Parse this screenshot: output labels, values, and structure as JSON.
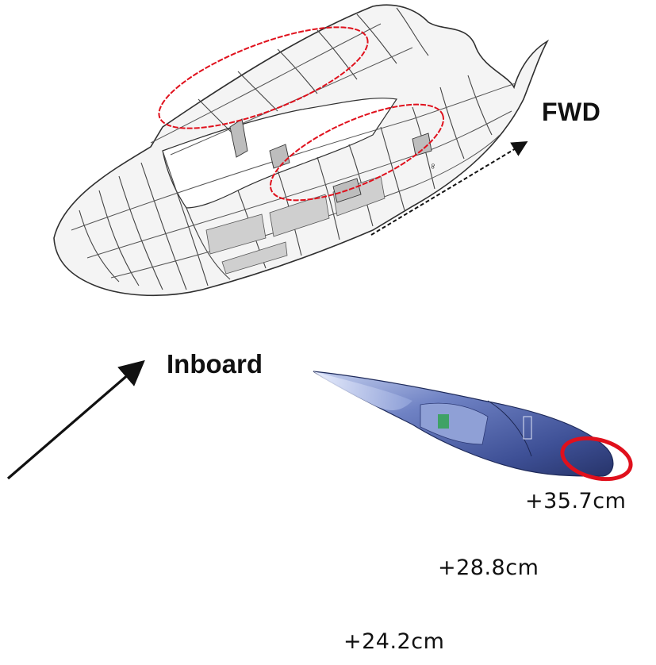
{
  "labels": {
    "forward": "FWD",
    "inboard": "Inboard"
  },
  "displacements": [
    {
      "value": "+35.7cm"
    },
    {
      "value": "+28.8cm"
    },
    {
      "value": "+24.2cm"
    }
  ],
  "colors": {
    "highlight": "#e0101c",
    "airframe_fill": "#f2f2f2",
    "airframe_line": "#3a3a3a",
    "nacelle_fill": "#4f64a8",
    "nacelle_light": "#a9b7e0",
    "nacelle_dark": "#28356a",
    "mesh_green": "#2aa34a"
  }
}
